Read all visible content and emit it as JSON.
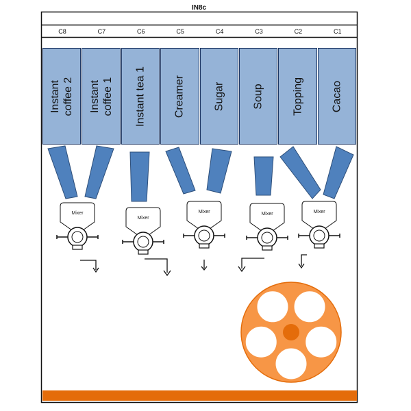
{
  "title": "IN8c",
  "colors": {
    "canister_fill": "#95b3d7",
    "canister_border": "#1f3864",
    "chute_fill": "#4f81bd",
    "chute_border": "#2e4f7a",
    "carousel_fill": "#f79646",
    "carousel_border": "#e46c0a",
    "base_bar": "#e46c0a",
    "outline": "#111111"
  },
  "canisters": [
    {
      "code": "C8",
      "label_lines": [
        "Instant",
        "coffee 2"
      ]
    },
    {
      "code": "C7",
      "label_lines": [
        "Instant",
        "coffee 1"
      ]
    },
    {
      "code": "C6",
      "label_lines": [
        "Instant tea 1"
      ]
    },
    {
      "code": "C5",
      "label_lines": [
        "Creamer"
      ]
    },
    {
      "code": "C4",
      "label_lines": [
        "Sugar"
      ]
    },
    {
      "code": "C3",
      "label_lines": [
        "Soup"
      ]
    },
    {
      "code": "C2",
      "label_lines": [
        "Topping"
      ]
    },
    {
      "code": "C1",
      "label_lines": [
        "Cacao"
      ]
    }
  ],
  "mixer_label": "Mixer",
  "mixer_count": 5,
  "carousel_cup_count": 5
}
